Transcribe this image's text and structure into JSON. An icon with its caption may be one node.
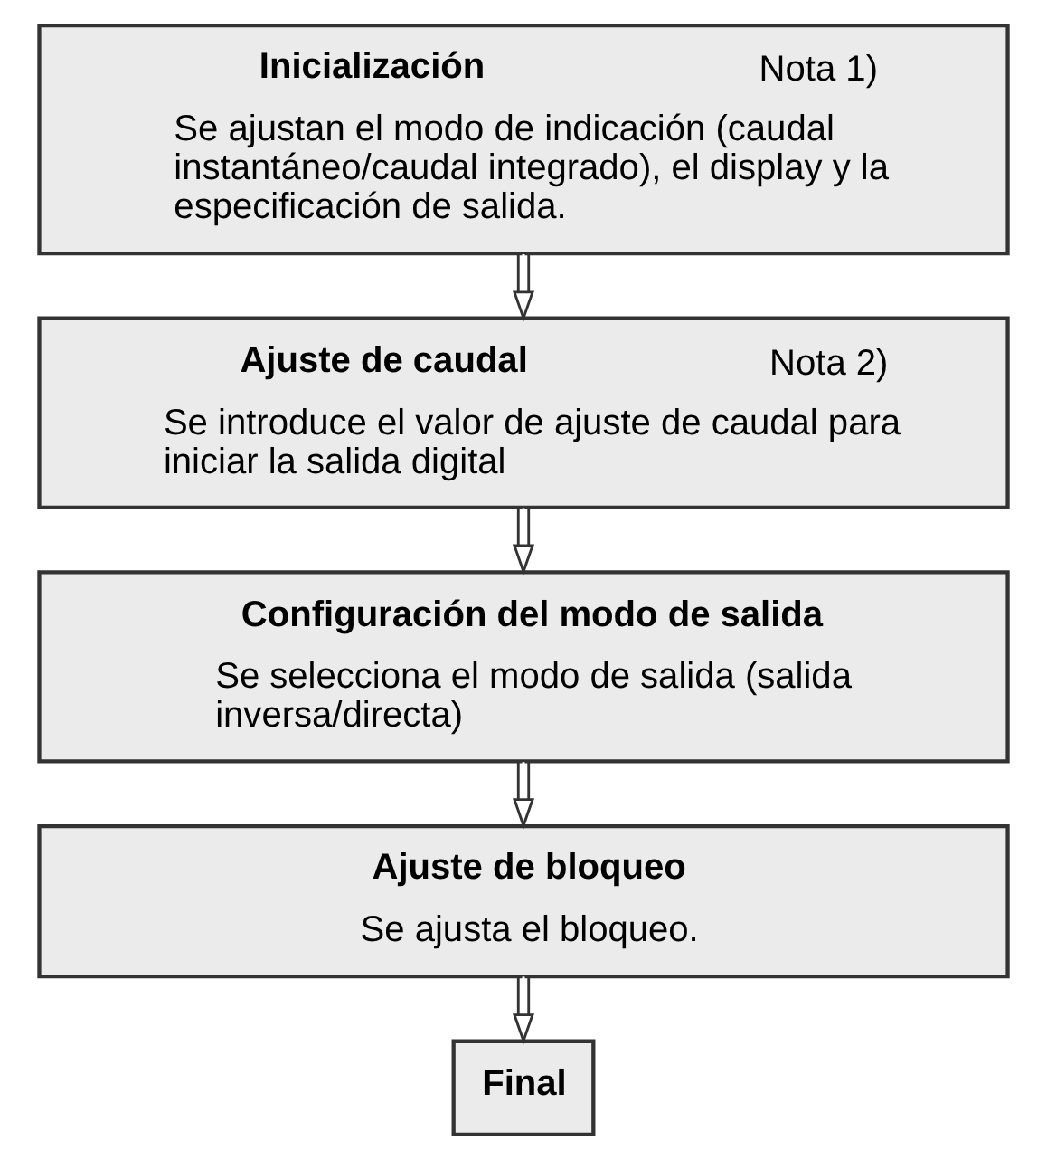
{
  "diagram": {
    "nodes": [
      {
        "text": [
          "Inicialización",
          "Nota 1)",
          "Se ajustan el modo de indicación (caudal instantáneo/caudal integrado), el display y la especificación de salida."
        ]
      },
      {
        "text": [
          "Ajuste de caudal",
          "Nota 2)",
          "Se introduce el valor de ajuste de caudal para iniciar la salida digital"
        ]
      },
      {
        "text": [
          "Configuración del modo de salida",
          "Se selecciona el modo de salida (salida inversa/directa)"
        ]
      },
      {
        "text": [
          "Ajuste de bloqueo",
          "Se ajusta el bloqueo."
        ]
      },
      {
        "text": [
          "Final"
        ]
      }
    ],
    "edges": [
      {
        "from": 0,
        "to": 1,
        "arrow": "to"
      },
      {
        "from": 1,
        "to": 2,
        "arrow": "to"
      },
      {
        "from": 2,
        "to": 3,
        "arrow": "to"
      },
      {
        "from": 3,
        "to": 4,
        "arrow": "to"
      }
    ]
  }
}
